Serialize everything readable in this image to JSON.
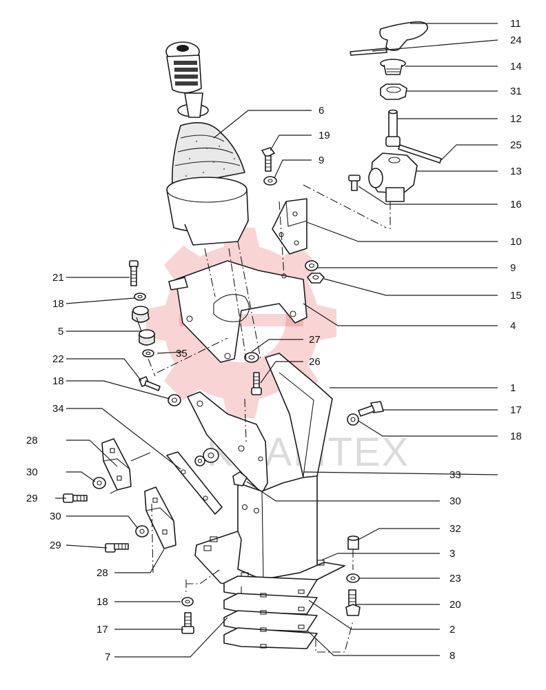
{
  "diagram": {
    "type": "exploded-parts-view",
    "watermark_text": "KRAMTEX",
    "callouts": [
      "11",
      "24",
      "14",
      "31",
      "12",
      "25",
      "13",
      "16",
      "10",
      "9",
      "15",
      "4",
      "6",
      "19",
      "9",
      "21",
      "18",
      "5",
      "35",
      "22",
      "18",
      "34",
      "28",
      "30",
      "29",
      "30",
      "29",
      "28",
      "18",
      "17",
      "7",
      "27",
      "26",
      "1",
      "17",
      "18",
      "33",
      "30",
      "32",
      "3",
      "23",
      "20",
      "2",
      "8"
    ],
    "colors": {
      "line": "#1a1a1a",
      "watermark": "#e23c3c",
      "background": "#ffffff"
    }
  }
}
